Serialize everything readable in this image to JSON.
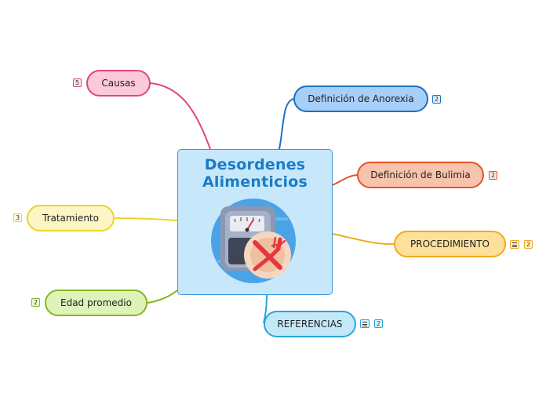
{
  "central": {
    "title_line1": "Desordenes",
    "title_line2": "Alimenticios"
  },
  "nodes": {
    "causas": {
      "label": "Causas",
      "count": "5",
      "color": "#e0457b",
      "fill": "#fbc9d9"
    },
    "definicion_anorexia": {
      "label": "Definición de Anorexia",
      "count": "2",
      "color": "#1f6fc2",
      "fill": "#a8cff7"
    },
    "definicion_bulimia": {
      "label": "Definición de Bulimia",
      "count": "2",
      "color": "#e2542a",
      "fill": "#f8c3ac"
    },
    "procedimiento": {
      "label": "PROCEDIMIENTO",
      "count": "2",
      "color": "#f2a91d",
      "fill": "#fde09a"
    },
    "referencias": {
      "label": "REFERENCIAS",
      "count": "2",
      "color": "#28a6d8",
      "fill": "#c3e8f8"
    },
    "edad_promedio": {
      "label": "Edad promedio",
      "count": "2",
      "color": "#86b51f",
      "fill": "#def3b8"
    },
    "tratamiento": {
      "label": "Tratamiento",
      "count": "3",
      "color": "#e9d42b",
      "fill": "#fdf6c4"
    }
  }
}
